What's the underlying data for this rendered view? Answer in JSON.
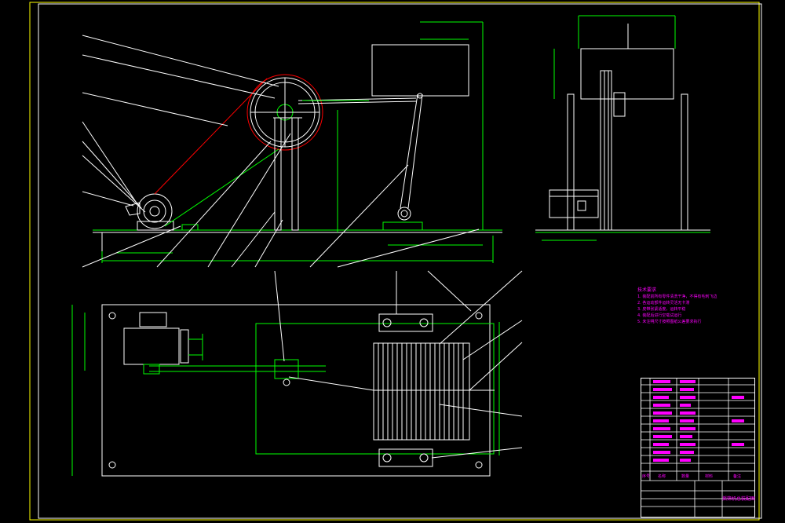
{
  "viewer": {
    "background": "#000000",
    "line_colors": {
      "outline": "#ffffff",
      "dimension": "#00ff00",
      "annotation": "#ff00ff",
      "hidden": "#ffff00",
      "belt": "#ff0000",
      "frame_border": "#ffff00"
    }
  },
  "notes": {
    "title": "技术要求",
    "lines": [
      "1. 装配前所有零件清洗干净，不得有毛刺飞边",
      "2. 各运动部件运转灵活无卡滞",
      "3. 皮带张紧适度，运转平稳",
      "4. 装配后进行空载试运行",
      "5. 未注明尺寸按照图纸公差要求执行"
    ]
  },
  "title_block": {
    "drawing_title": "摇筛机总装配图",
    "header_labels": [
      "序号",
      "名称",
      "数量",
      "材料",
      "备注"
    ]
  }
}
